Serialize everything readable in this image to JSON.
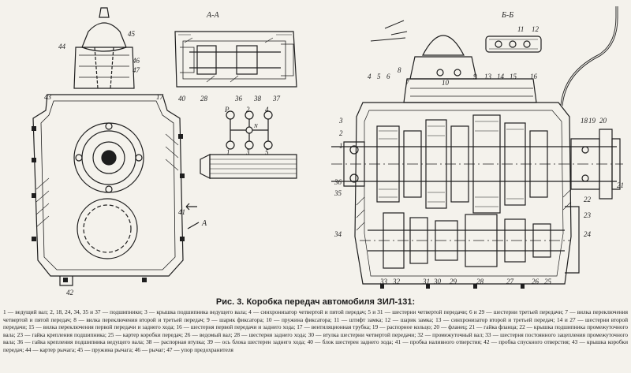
{
  "figure": {
    "caption_label": "Рис. 3.",
    "caption_title": "Коробка передач автомобиля ЗИЛ-131:"
  },
  "section_labels": {
    "aa": "А-А",
    "bb": "Б-Б",
    "a_arrow": "А"
  },
  "shift_pattern": [
    "Р",
    "1",
    "2",
    "3",
    "4",
    "5",
    "N"
  ],
  "callouts": {
    "left_view": [
      "45",
      "44",
      "46",
      "47",
      "43",
      "17",
      "41",
      "42",
      "40",
      "28",
      "36",
      "38",
      "37"
    ],
    "right_view": [
      "4",
      "5",
      "6",
      "8",
      "7",
      "9",
      "13",
      "14",
      "15",
      "16",
      "11",
      "12",
      "3",
      "2",
      "1",
      "18",
      "19",
      "20",
      "21",
      "22",
      "23",
      "24",
      "25",
      "26",
      "27",
      "28",
      "29",
      "30",
      "31",
      "32",
      "33",
      "34",
      "35",
      "36",
      "10"
    ]
  },
  "legend_text": "1 — ведущий вал; 2, 18, 24, 34, 35 и 37 — подшипники; 3 — крышка подшипника ведущего вала; 4 — синхронизатор четвертой и пятой передач; 5 и 31 — шестерни четвертой передачи; 6 и 29 — шестерни третьей передачи; 7 — вилка переключения четвертой и пятой передач; 8 — вилка переключения второй и третьей передач; 9 — шарик фиксатора; 10 — пружина фиксатора; 11 — штифт замка; 12 — шарик замка; 13 — синхронизатор второй и третьей передач; 14 и 27 — шестерни второй передачи; 15 — вилка переключения первой передачи и заднего хода; 16 — шестерня первой передачи и заднего хода; 17 — вентиляционная трубка; 19 — распорное кольцо; 20 — фланец; 21 — гайка фланца; 22 — крышка подшипника промежуточного вала; 23 — гайка крепления подшипника; 25 — картер коробки передач; 26 — ведомый вал; 28 — шестерня заднего хода; 30 — втулка шестерни четвертой передачи; 32 — промежуточный вал; 33 — шестерня постоянного зацепления промежуточного вала; 36 — гайка крепления подшипника ведущего вала; 38 — распорная втулка; 39 — ось блока шестерен заднего хода; 40 — блок шестерен заднего хода; 41 — пробка наливного отверстия; 42 — пробка спускного отверстия; 43 — крышка коробки передач; 44 — картер рычага; 45 — пружина рычага; 46 — рычаг; 47 — упор предохранителя"
}
